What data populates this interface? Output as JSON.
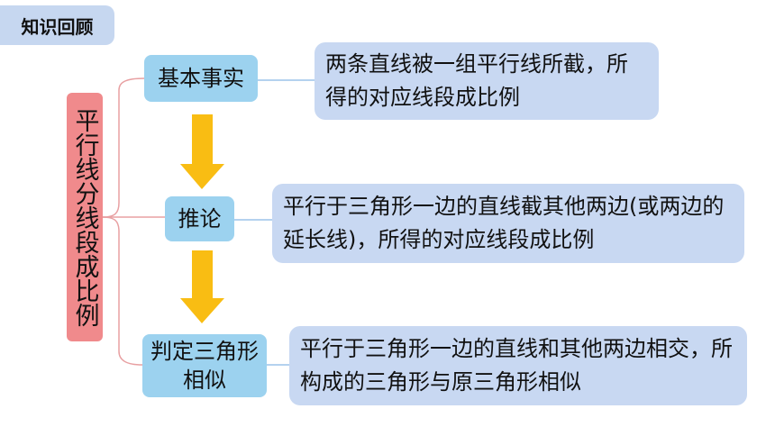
{
  "header": {
    "title": "知识回顾"
  },
  "main_topic": {
    "label": "平行线分线段成比例"
  },
  "branches": [
    {
      "label": "基本事实",
      "description": "两条直线被一组平行线所截，所得的对应线段成比例"
    },
    {
      "label": "推论",
      "description": "平行于三角形一边的直线截其他两边(或两边的延长线)，所得的对应线段成比例"
    },
    {
      "label": "判定三角形相似",
      "description": "平行于三角形一边的直线和其他两边相交，所构成的三角形与原三角形相似"
    }
  ],
  "colors": {
    "header_bg": "#c6d7f0",
    "main_topic_bg": "#f08a8c",
    "node_bg": "#9cd2ef",
    "desc_bg": "#c8d8f2",
    "arrow": "#f9bd13",
    "connector": "#e8a0a2",
    "desc_line": "#9cc4ea"
  }
}
